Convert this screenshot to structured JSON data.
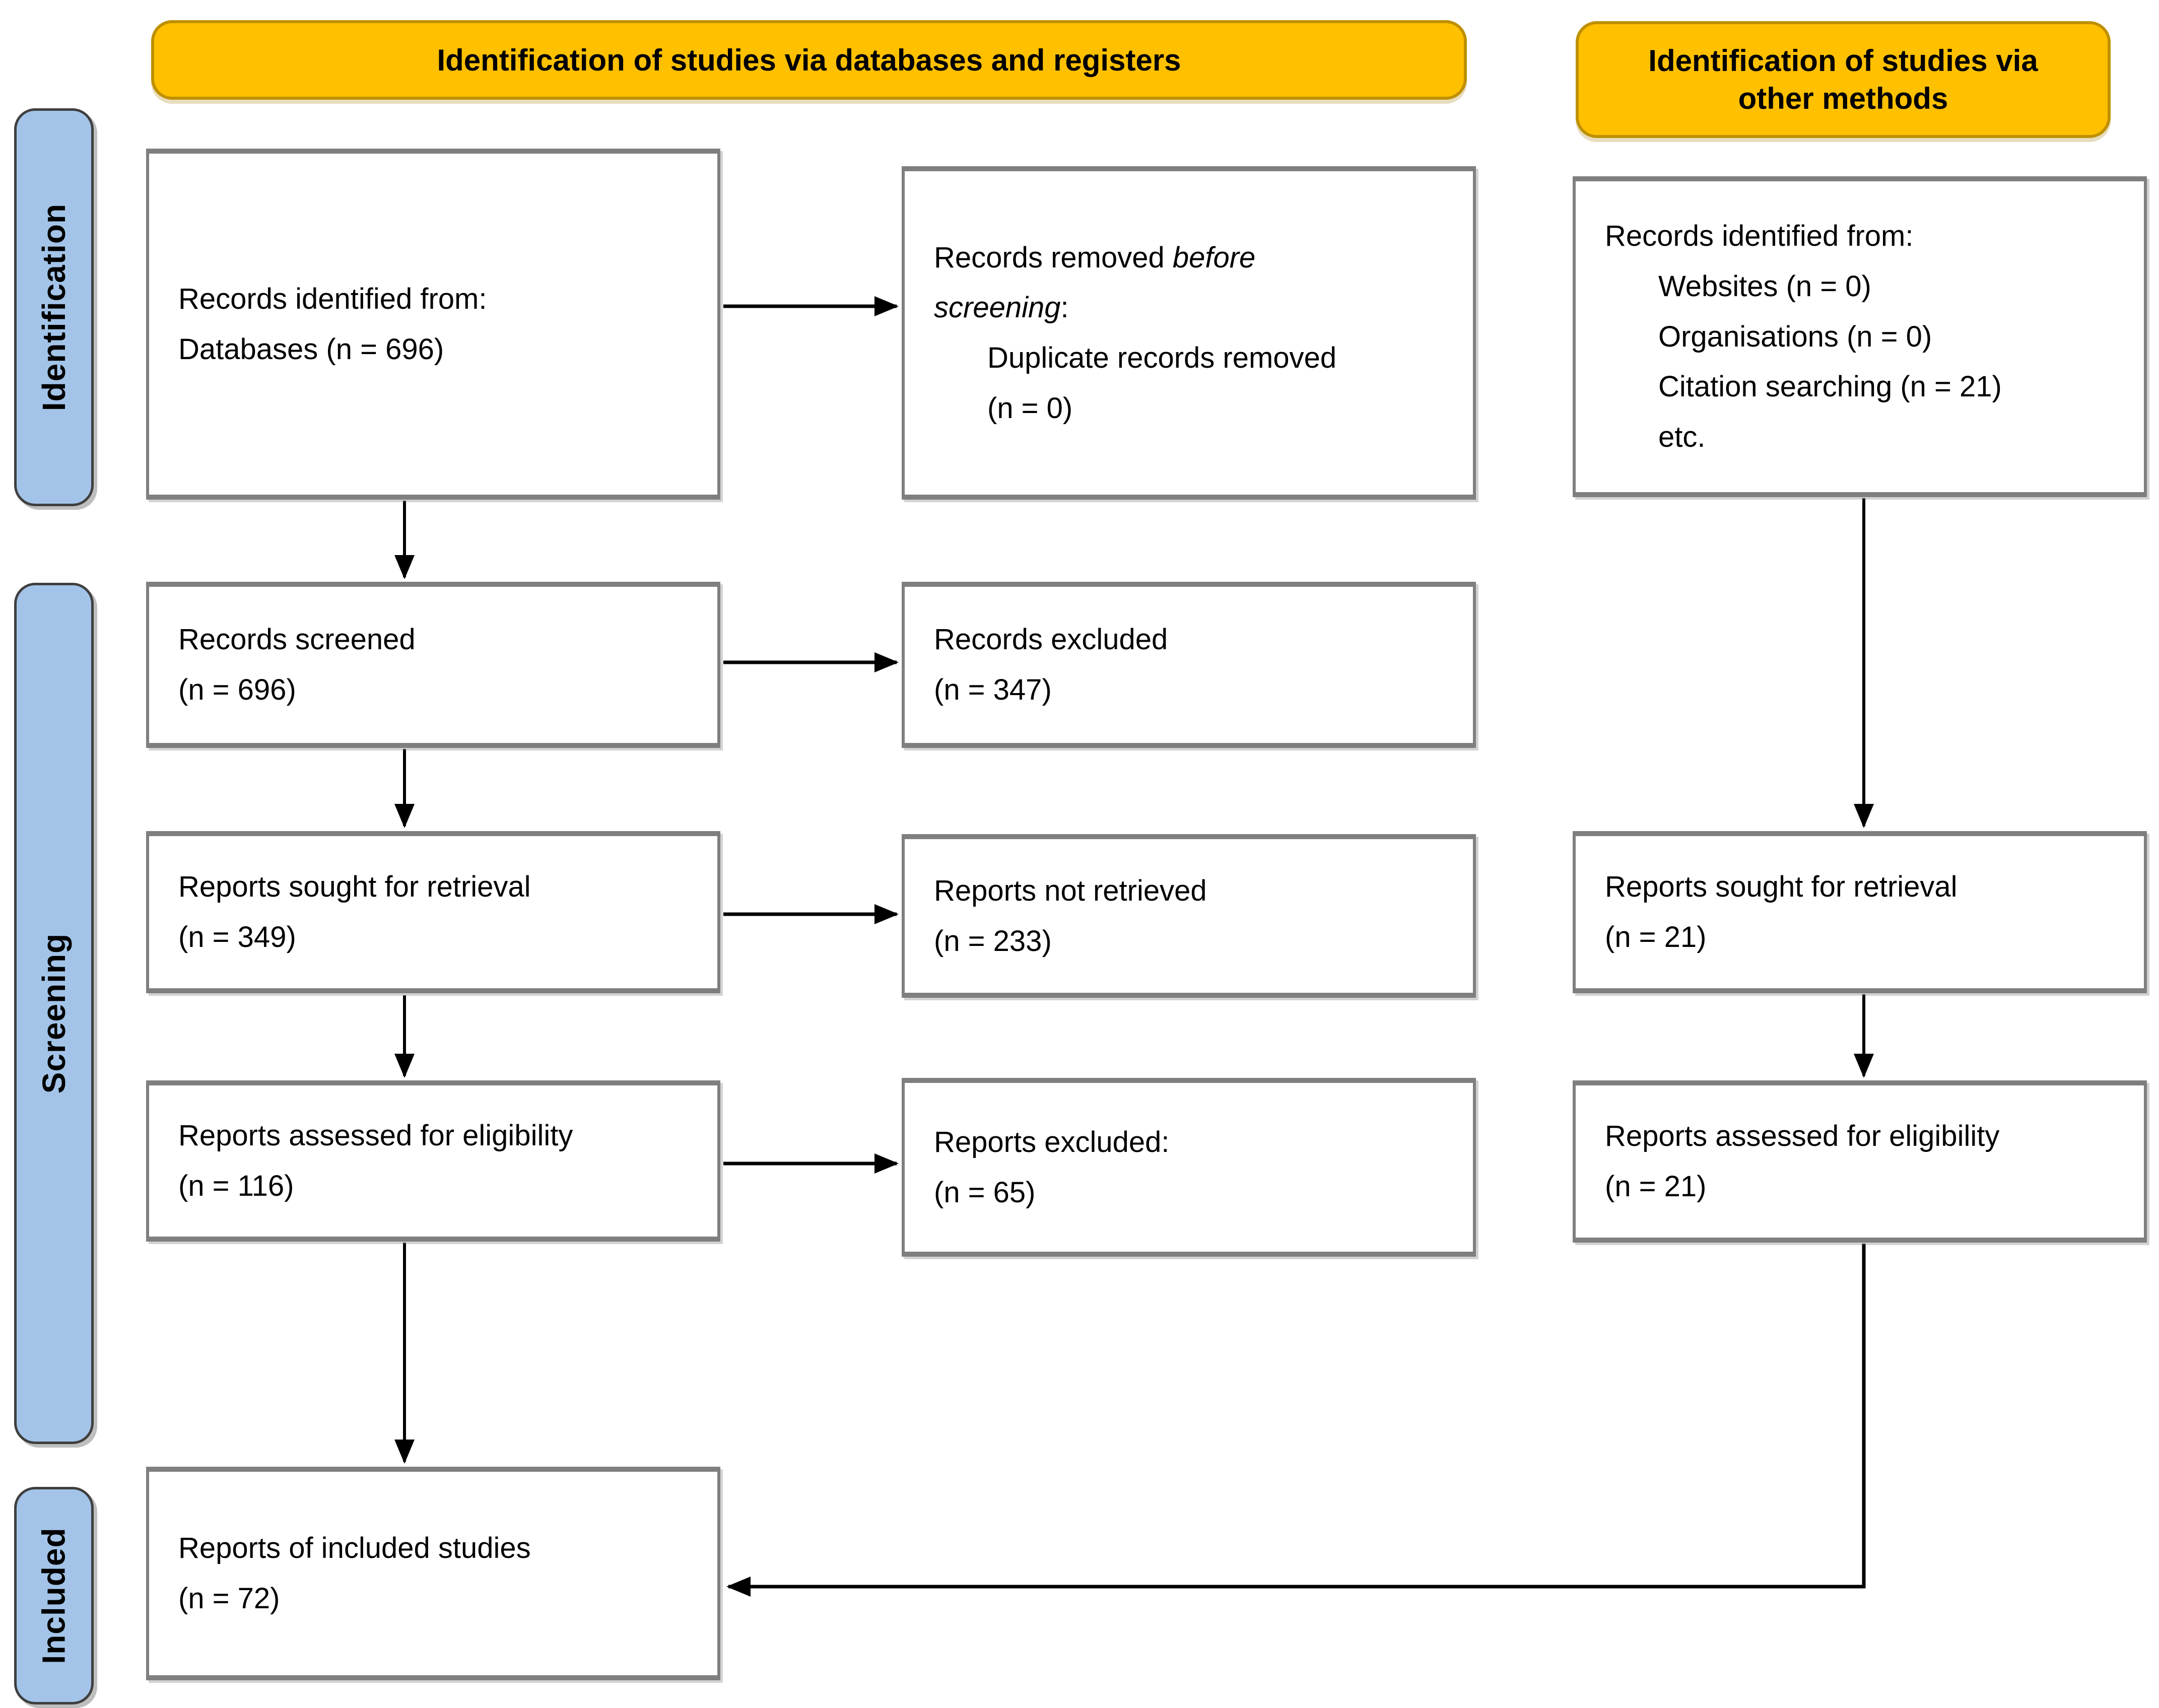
{
  "banners": {
    "databases": "Identification of studies via databases and registers",
    "other": "Identification of studies via other methods"
  },
  "sidebar": {
    "identification": "Identification",
    "screening": "Screening",
    "included": "Included"
  },
  "colors": {
    "banner_fill": "#FFC000",
    "banner_border": "#BF9000",
    "sidebar_fill": "#A3C4E8",
    "box_border": "#7F7F7F",
    "arrow": "#000000"
  },
  "boxes": {
    "db_identified": {
      "line1": "Records identified from:",
      "line2": "Databases (n = 696)"
    },
    "removed_before_screening": {
      "line1_regular": "Records removed ",
      "line1_italic": "before",
      "line2_italic": "screening",
      "line2_colon": ":",
      "indent1": "Duplicate records removed",
      "indent2": "(n = 0)"
    },
    "other_identified": {
      "line1": "Records identified from:",
      "indent1": "Websites (n = 0)",
      "indent2": "Organisations (n = 0)",
      "indent3": "Citation searching (n = 21)",
      "indent4": "etc."
    },
    "screened": {
      "line1": "Records screened",
      "line2": "(n = 696)"
    },
    "records_excluded": {
      "line1": "Records excluded",
      "line2": "(n = 347)"
    },
    "sought": {
      "line1": "Reports sought for retrieval",
      "line2": "(n = 349)"
    },
    "not_retrieved": {
      "line1": "Reports not retrieved",
      "line2": "(n = 233)"
    },
    "sought_other": {
      "line1": "Reports sought for retrieval",
      "line2": "(n = 21)"
    },
    "assessed": {
      "line1": "Reports assessed for eligibility",
      "line2": "(n = 116)"
    },
    "reports_excluded": {
      "line1": "Reports excluded:",
      "line2": "(n = 65)"
    },
    "assessed_other": {
      "line1": "Reports assessed for eligibility",
      "line2": "(n = 21)"
    },
    "included_reports": {
      "line1": "Reports of included studies",
      "line2": "(n = 72)"
    }
  }
}
